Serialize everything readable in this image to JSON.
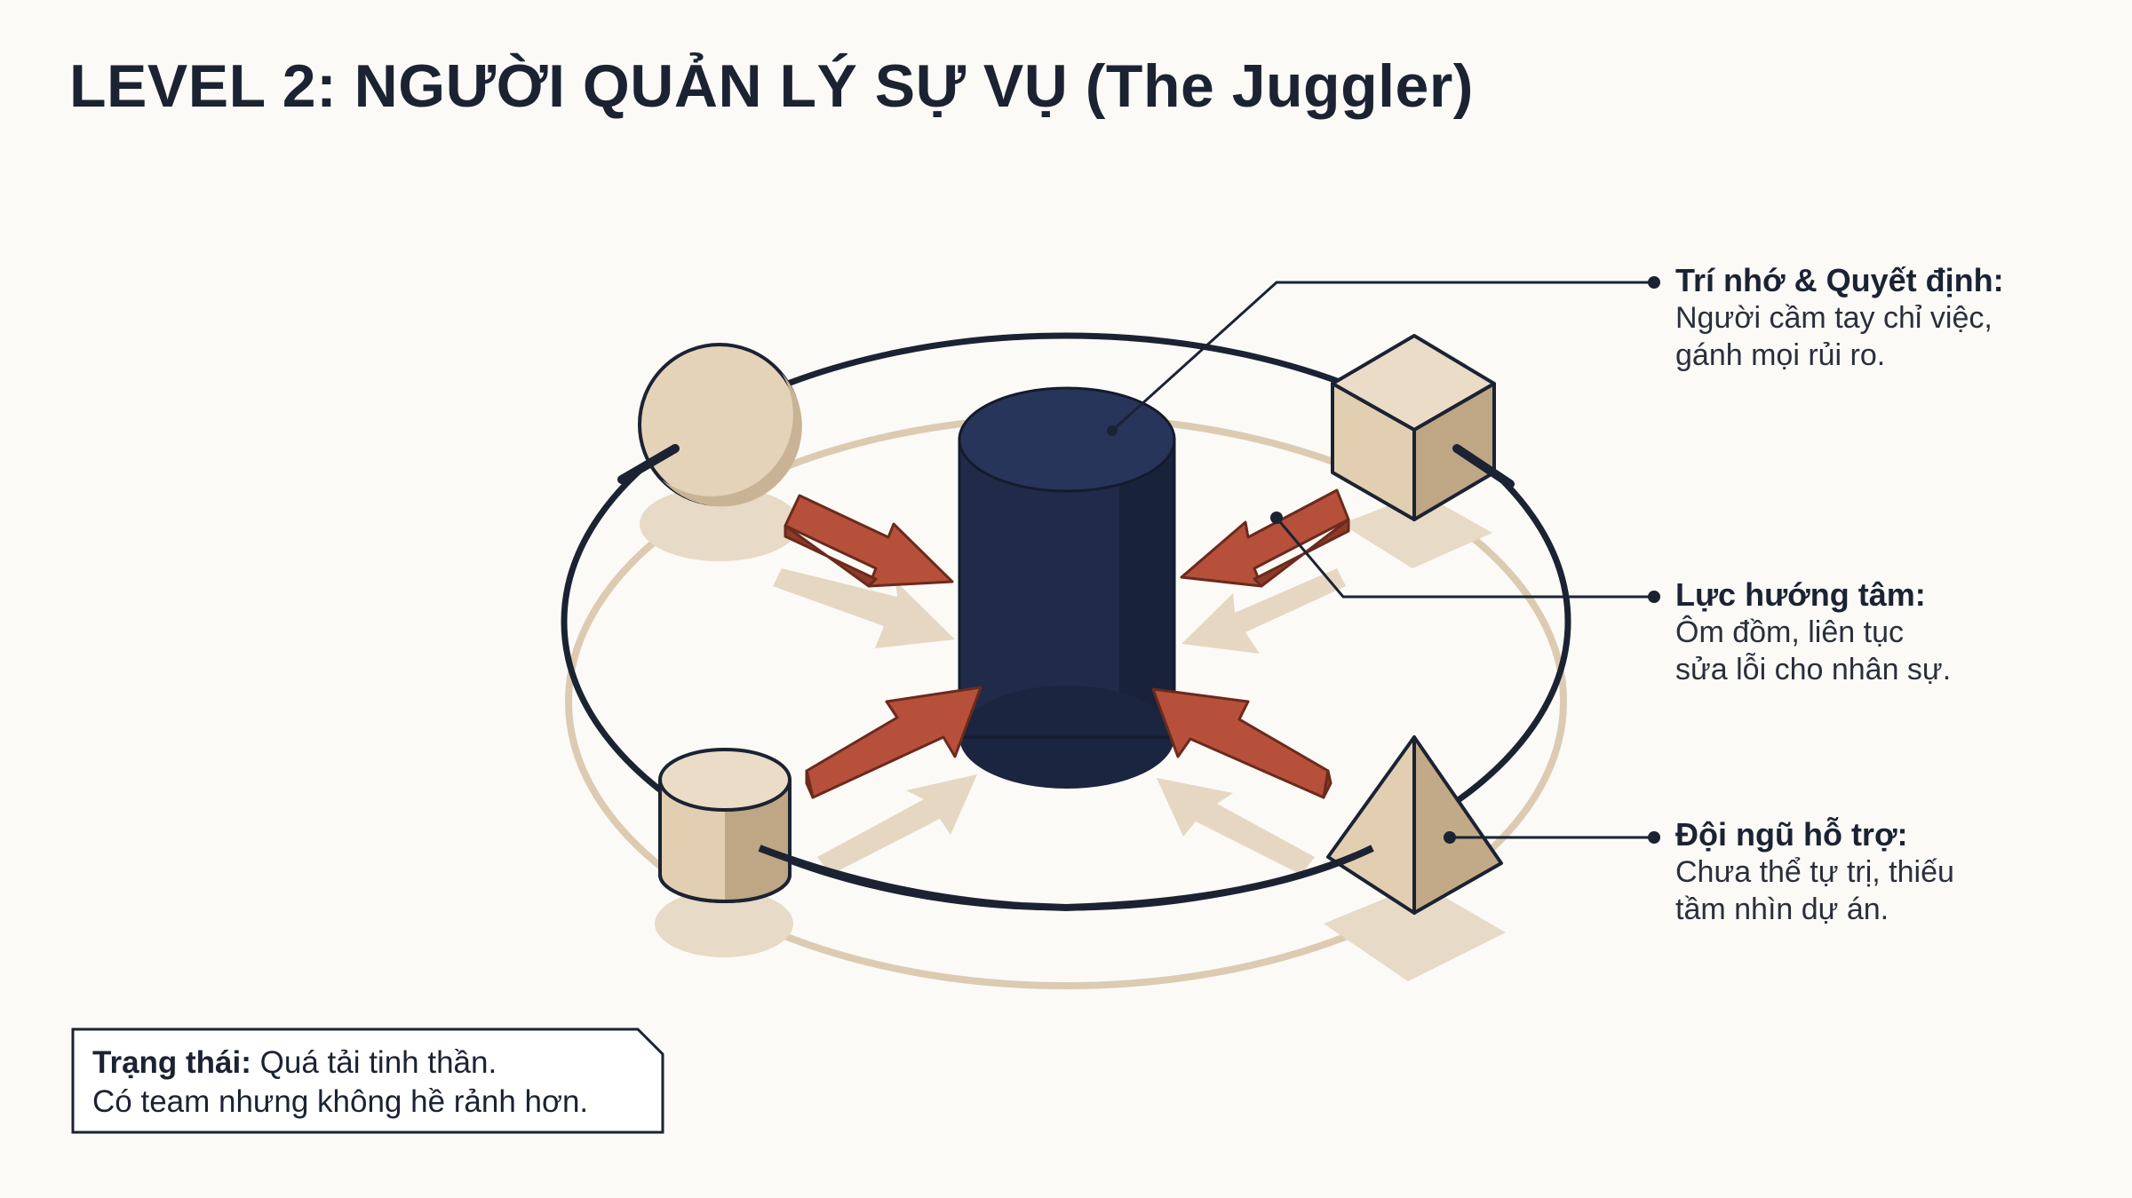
{
  "title": "LEVEL 2: NGƯỜI QUẢN LÝ SỰ VỤ (The Juggler)",
  "colors": {
    "navy": "#1f2b48",
    "arrow": "#b6503a",
    "tan": "#e4d3b9",
    "tan_shadow": "#b9a284",
    "ring_shadow": "#dccbb1",
    "line": "#1b2333"
  },
  "callouts": [
    {
      "heading": "Trí nhớ & Quyết định:",
      "lines": [
        "Người cầm tay chỉ việc,",
        "gánh mọi rủi ro."
      ]
    },
    {
      "heading": "Lực hướng tâm:",
      "lines": [
        "Ôm đồm, liên tục",
        "sửa lỗi cho nhân sự."
      ]
    },
    {
      "heading": "Đội ngũ hỗ trợ:",
      "lines": [
        "Chưa thể tự trị, thiếu",
        "tầm nhìn dự án."
      ]
    }
  ],
  "status": {
    "label": "Trạng thái:",
    "value": "Quá tải tinh thần.",
    "line2": "Có team nhưng không hề rảnh hơn."
  },
  "diagram": {
    "center": "navy-cylinder",
    "orbiting_shapes": [
      "sphere",
      "cube",
      "cylinder",
      "pyramid"
    ]
  }
}
